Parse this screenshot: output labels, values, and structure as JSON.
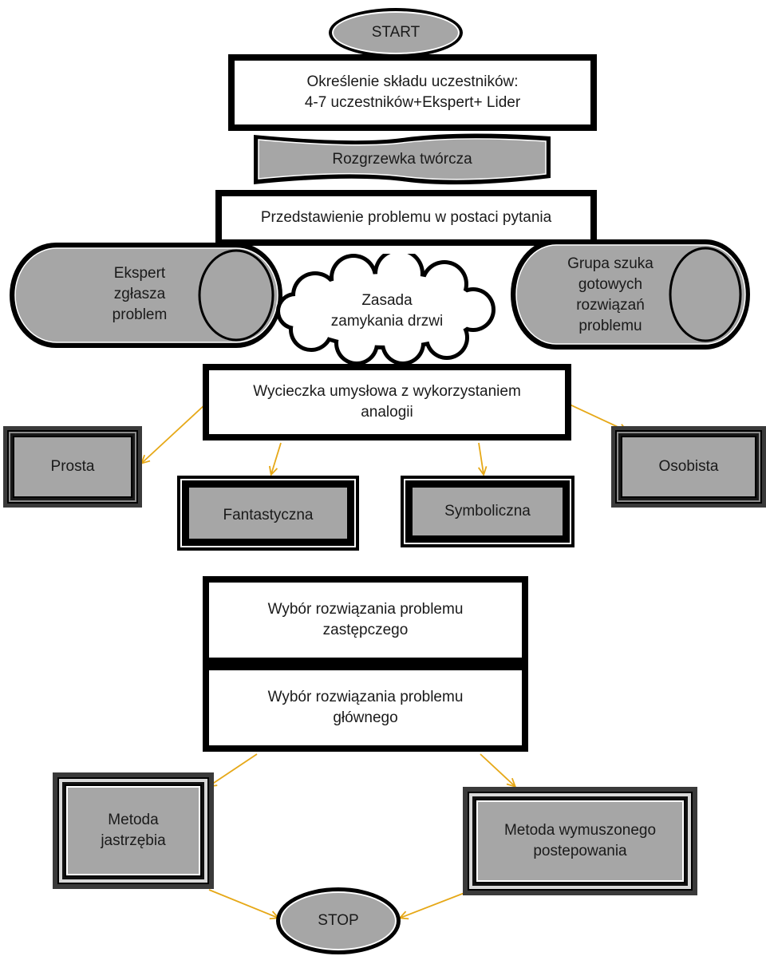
{
  "nodes": {
    "start": "START",
    "participants": "Określenie składu uczestników:\n4-7 uczestników+Ekspert+ Lider",
    "warmup": "Rozgrzewka twórcza",
    "problem_question": "Przedstawienie problemu w postaci pytania",
    "expert": "Ekspert\nzgłasza\nproblem",
    "door_rule": "Zasada\nzamykania drzwi",
    "group": "Grupa szuka\ngotowych\nrozwiązań\nproblemu",
    "excursion": "Wycieczka umysłowa z wykorzystaniem\nanalogii",
    "simple": "Prosta",
    "fantastic": "Fantastyczna",
    "symbolic": "Symboliczna",
    "personal": "Osobista",
    "substitute_choice": "Wybór rozwiązania problemu\nzastępczego",
    "main_choice": "Wybór rozwiązania problemu\ngłównego",
    "hawk_method": "Metoda\njastrzębia",
    "forced_method": "Metoda wymuszonego\npostepowania",
    "stop": "STOP"
  },
  "colors": {
    "fill_gray": "#a6a6a6",
    "border": "#000000",
    "arrow": "#e6a817"
  }
}
